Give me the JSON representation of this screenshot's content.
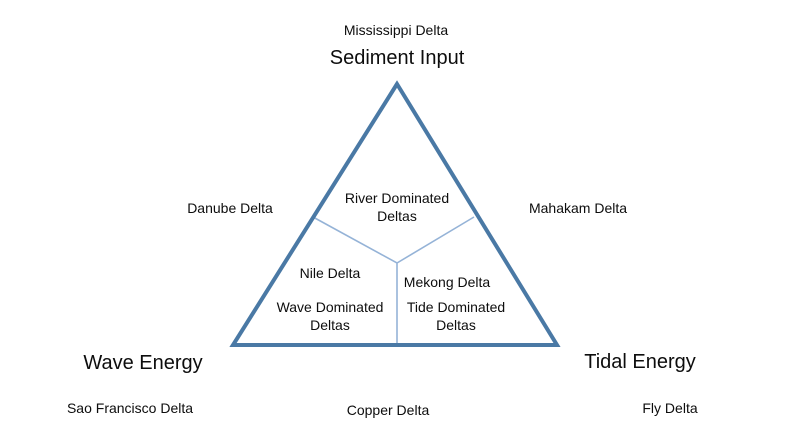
{
  "colors": {
    "triangle_outline": "#4a79a5",
    "divider_line": "#95b3d7",
    "text": "#0d0d0d",
    "background": "#ffffff"
  },
  "axes": {
    "top": "Sediment Input",
    "bottom_left": "Wave Energy",
    "bottom_right": "Tidal Energy"
  },
  "example_deltas": {
    "top": "Mississippi Delta",
    "left_edge": "Danube Delta",
    "right_edge": "Mahakam Delta",
    "bottom_left": "Sao Francisco Delta",
    "bottom_center": "Copper Delta",
    "bottom_right": "Fly Delta",
    "wave_region": "Nile Delta",
    "tide_region": "Mekong Delta"
  },
  "regions": {
    "river": {
      "line1": "River Dominated",
      "line2": "Deltas"
    },
    "wave": {
      "line1": "Wave Dominated",
      "line2": "Deltas"
    },
    "tide": {
      "line1": "Tide Dominated",
      "line2": "Deltas"
    }
  }
}
